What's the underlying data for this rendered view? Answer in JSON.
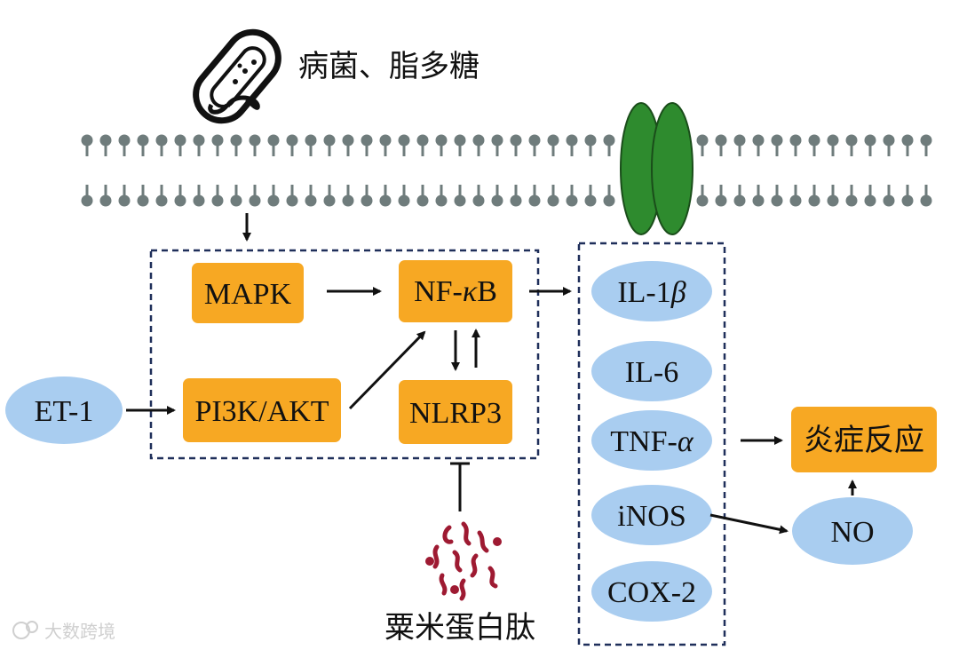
{
  "colors": {
    "orange": "#f7a823",
    "blue": "#a9cdf0",
    "membrane": "#6f7c7c",
    "channel": "#2e8b2e",
    "peptide": "#9e1a32",
    "dash": "#1f2f5a",
    "arrow": "#111111"
  },
  "labels": {
    "pathogen": "病菌、脂多糖",
    "mapk": "MAPK",
    "nfkb_prefix": "NF-",
    "nfkb_greek": "κ",
    "nfkb_suffix": "B",
    "pi3k": "PI3K/AKT",
    "nlrp3": "NLRP3",
    "et1": "ET-1",
    "il1_prefix": "IL-1",
    "il1_greek": "β",
    "il6": "IL-6",
    "tnf_prefix": "TNF-",
    "tnf_greek": "α",
    "inos": "iNOS",
    "cox2": "COX-2",
    "inflammation": "炎症反应",
    "no": "NO",
    "peptide": "粟米蛋白肽",
    "watermark": "大数跨境"
  },
  "icons": {
    "bacterium": "bacterium-icon",
    "channel": "membrane-channel-icon",
    "peptide": "peptide-chain-icon",
    "watermark": "watermark-logo-icon"
  }
}
